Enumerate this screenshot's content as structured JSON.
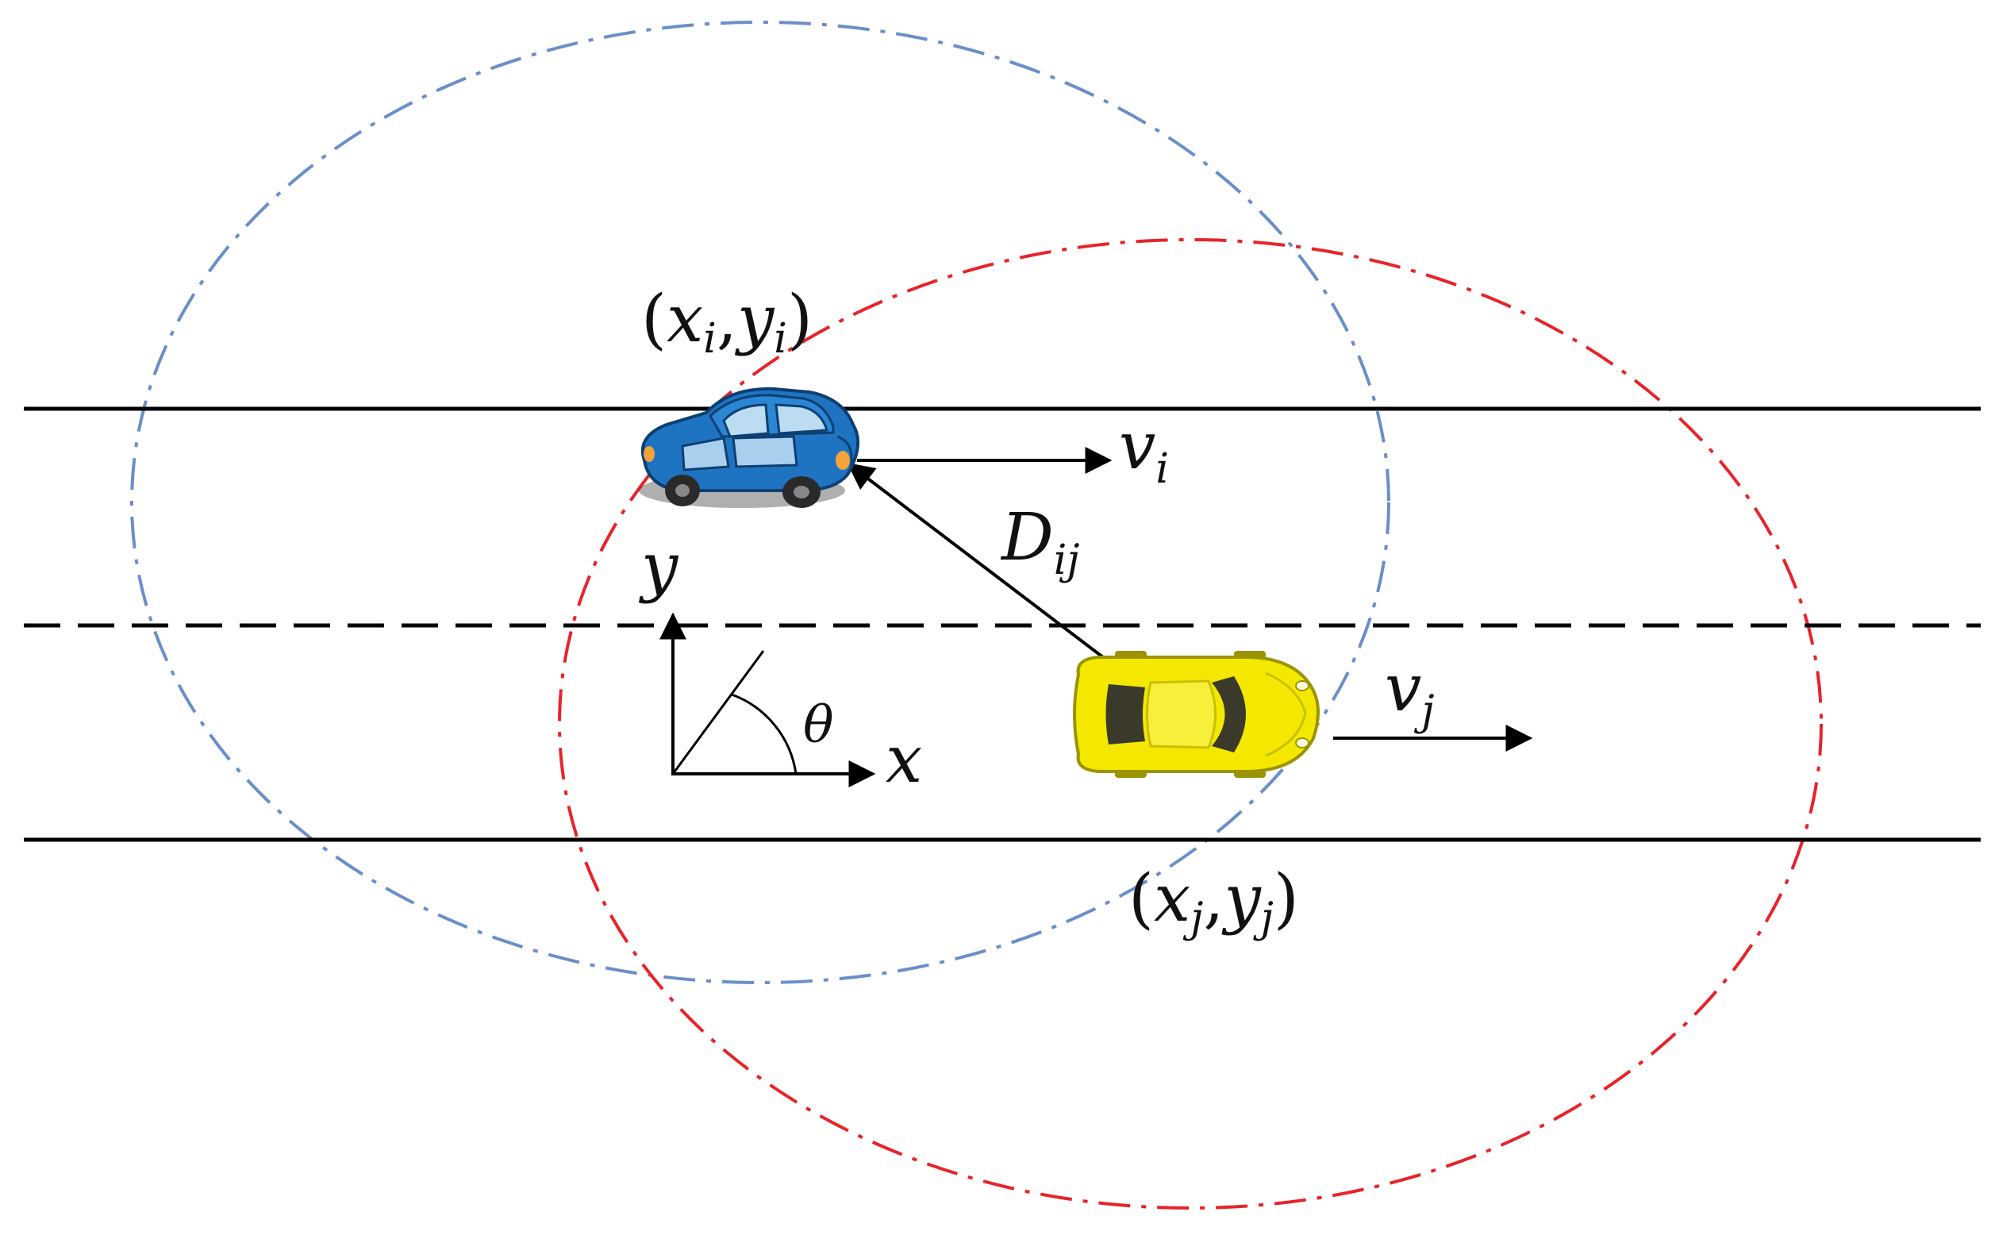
{
  "labels": {
    "pos_i": {
      "x": "x",
      "x_sub": "i",
      "y": "y",
      "y_sub": "i"
    },
    "pos_j": {
      "x": "x",
      "x_sub": "j",
      "y": "y",
      "y_sub": "j"
    },
    "vel_i": {
      "main": "v",
      "sub": "i"
    },
    "vel_j": {
      "main": "v",
      "sub": "j"
    },
    "dist": {
      "main": "D",
      "sub": "ij"
    },
    "axis_x": "x",
    "axis_y": "y",
    "angle": "θ"
  },
  "colors": {
    "road": "#000000",
    "zone_i": "#6a8fc8",
    "zone_j": "#e8232a",
    "car_i_body": "#1f74c2",
    "car_i_window": "#bcdcf2",
    "car_j_body": "#f5e800",
    "car_j_glass": "#3b3a2a",
    "arrow": "#000000"
  },
  "icons": {
    "car_i": "blue-car-icon",
    "car_j": "yellow-sports-car-icon"
  }
}
